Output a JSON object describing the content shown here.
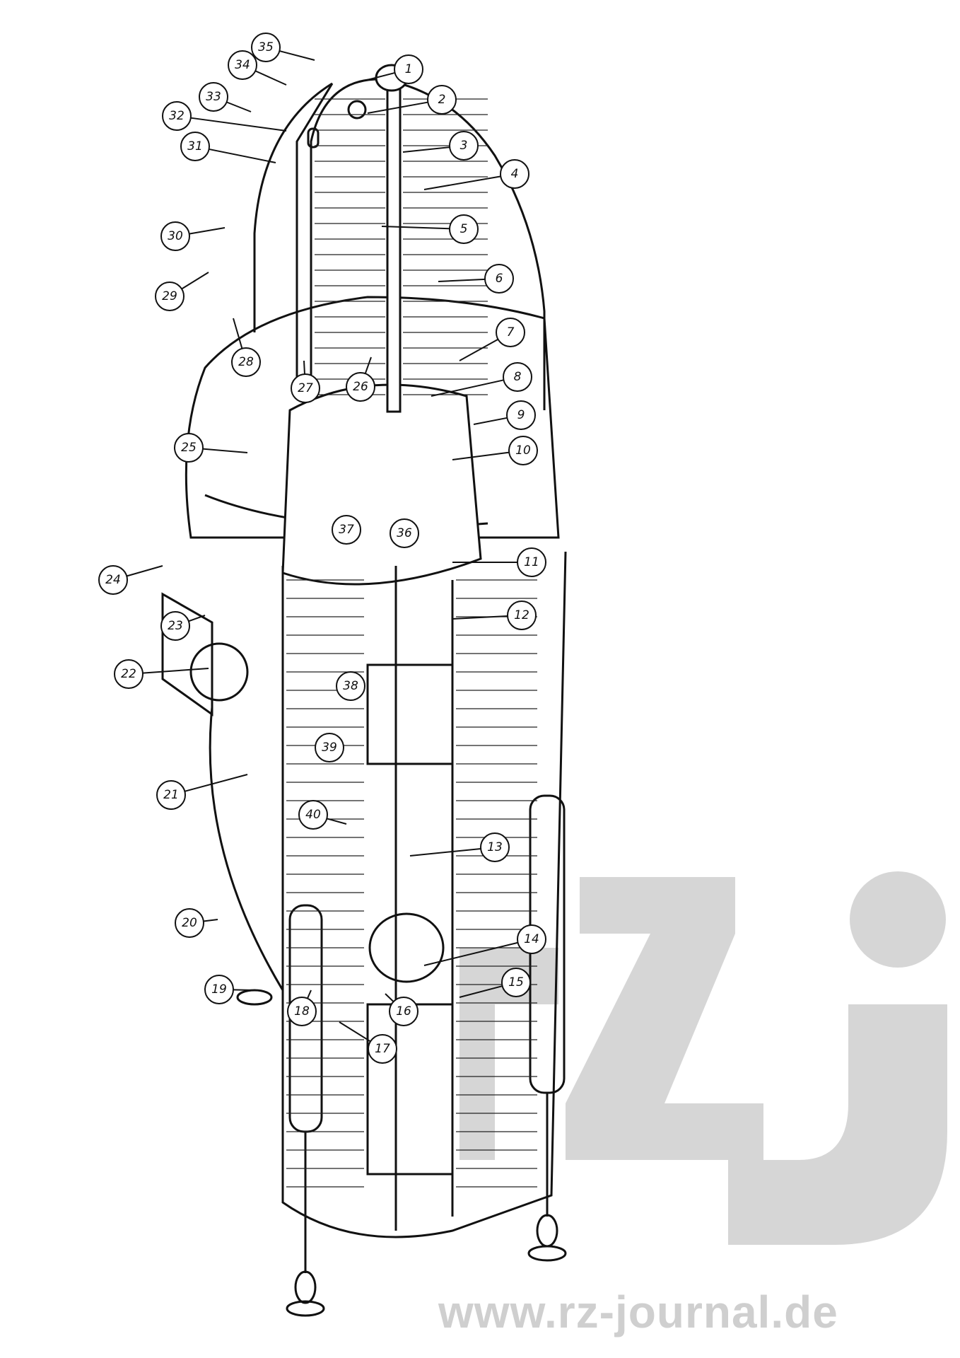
{
  "diagram": {
    "callouts": [
      "1",
      "2",
      "3",
      "4",
      "5",
      "6",
      "7",
      "8",
      "9",
      "10",
      "11",
      "12",
      "13",
      "14",
      "15",
      "16",
      "17",
      "18",
      "19",
      "20",
      "21",
      "22",
      "23",
      "24",
      "25",
      "26",
      "27",
      "28",
      "29",
      "30",
      "31",
      "32",
      "33",
      "34",
      "35",
      "36",
      "37",
      "38",
      "39",
      "40"
    ]
  },
  "watermark": {
    "logo_text": "rzj",
    "url": "www.rz-journal.de"
  }
}
